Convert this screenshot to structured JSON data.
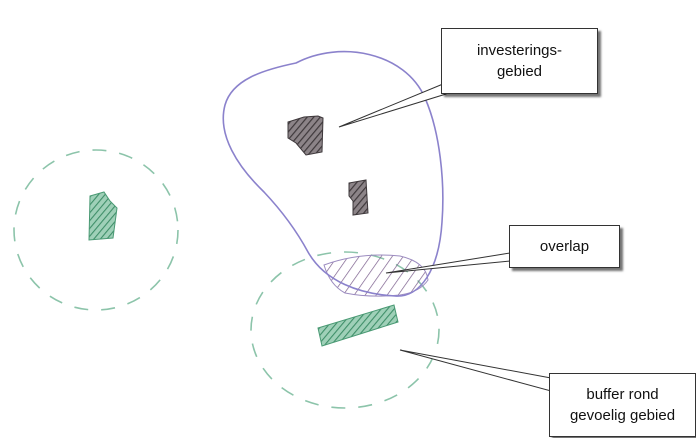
{
  "colors": {
    "investment_outline": "#8b82cc",
    "buffer_dash": "#8cc4aa",
    "sensitive_fill": "#5fa784",
    "investment_fill": "#5a5457",
    "overlap_hatch": "#7a5d8c",
    "callout_border": "#333333"
  },
  "labels": {
    "investment_area": [
      "investerings-",
      "gebied"
    ],
    "overlap": "overlap",
    "buffer": [
      "buffer rond",
      "gevoelig gebied"
    ]
  }
}
